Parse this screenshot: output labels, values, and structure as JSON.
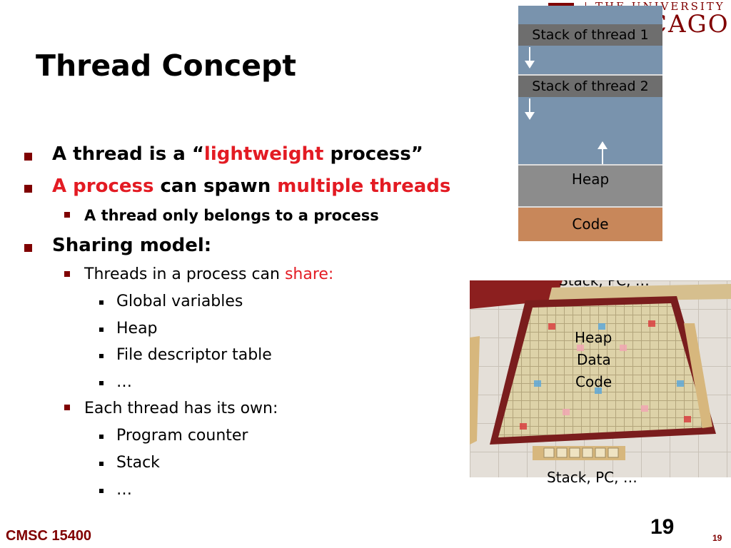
{
  "logo": {
    "line1": "THE UNIVERSITY OF",
    "line2": "CAGO"
  },
  "slide": {
    "title": "Thread Concept",
    "bullets": {
      "b1_pre": "A thread is a “",
      "b1_red": "lightweight",
      "b1_post": " process”",
      "b2_red1": "A process",
      "b2_mid": " can spawn ",
      "b2_red2": "multiple threads",
      "b2_sub": "A thread only belongs to a process",
      "b3": "Sharing model:",
      "share_pre": "Threads in a process can ",
      "share_red": "share:",
      "share_items": [
        "Global variables",
        "Heap",
        "File descriptor table",
        "…"
      ],
      "own": "Each thread has its own:",
      "own_items": [
        "Program counter",
        "Stack",
        "…"
      ]
    }
  },
  "memory": {
    "stack1": "Stack of thread 1",
    "stack2": "Stack of thread 2",
    "heap": "Heap",
    "code": "Code",
    "colors": {
      "stack_area": "#7993ad",
      "label": "#6e6e6e",
      "heap": "#8c8c8c",
      "code": "#c8875a"
    }
  },
  "image_labels": {
    "top": "Stack, PC, …",
    "heap": "Heap",
    "data": "Data",
    "code": "Code",
    "bottom": "Stack, PC, …"
  },
  "footer": {
    "course": "CMSC 15400",
    "page_big": "19",
    "page_small": "19"
  }
}
